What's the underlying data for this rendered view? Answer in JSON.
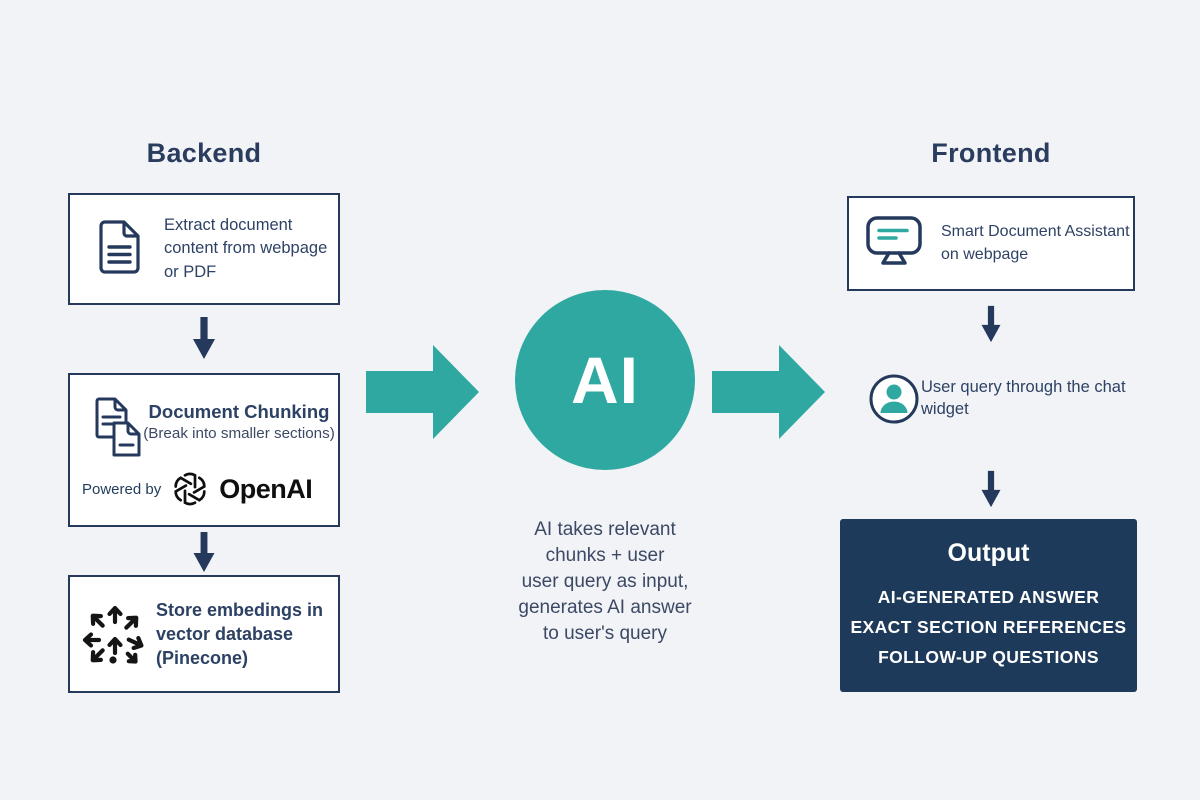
{
  "colors": {
    "background": "#f1f3f6",
    "navy": "#24395c",
    "teal": "#2fa8a1",
    "output_background": "#1d3a5a",
    "box_background": "#ffffff",
    "icon_black": "#151515"
  },
  "backend": {
    "heading": "Backend",
    "extract_box": {
      "label": "Extract document content from webpage or PDF"
    },
    "chunking_box": {
      "title": "Document Chunking",
      "subtitle": "(Break into smaller sections)",
      "powered_by_label": "Powered by",
      "brand_name": "OpenAI"
    },
    "embeddings_box": {
      "label": "Store embedings in vector database (Pinecone)"
    }
  },
  "center": {
    "ai_badge": "AI",
    "description_lines": [
      "AI takes relevant",
      "chunks + user",
      "user query as input,",
      "generates AI answer",
      "to user's query"
    ]
  },
  "frontend": {
    "heading": "Frontend",
    "assistant_box": {
      "label": "Smart Document Assistant on webpage"
    },
    "user_query": {
      "label": "User query through the chat widget"
    },
    "output_box": {
      "title": "Output",
      "items": [
        "AI-GENERATED ANSWER",
        "EXACT SECTION REFERENCES",
        "FOLLOW-UP QUESTIONS"
      ]
    }
  },
  "icons": {
    "extract": "document-icon",
    "chunking": "documents-stack-icon",
    "openai": "openai-logo-icon",
    "embeddings": "scatter-arrows-icon",
    "assistant": "monitor-chat-icon",
    "user": "user-avatar-icon",
    "flow_down": "arrow-down-icon",
    "flow_right": "arrow-right-icon"
  }
}
